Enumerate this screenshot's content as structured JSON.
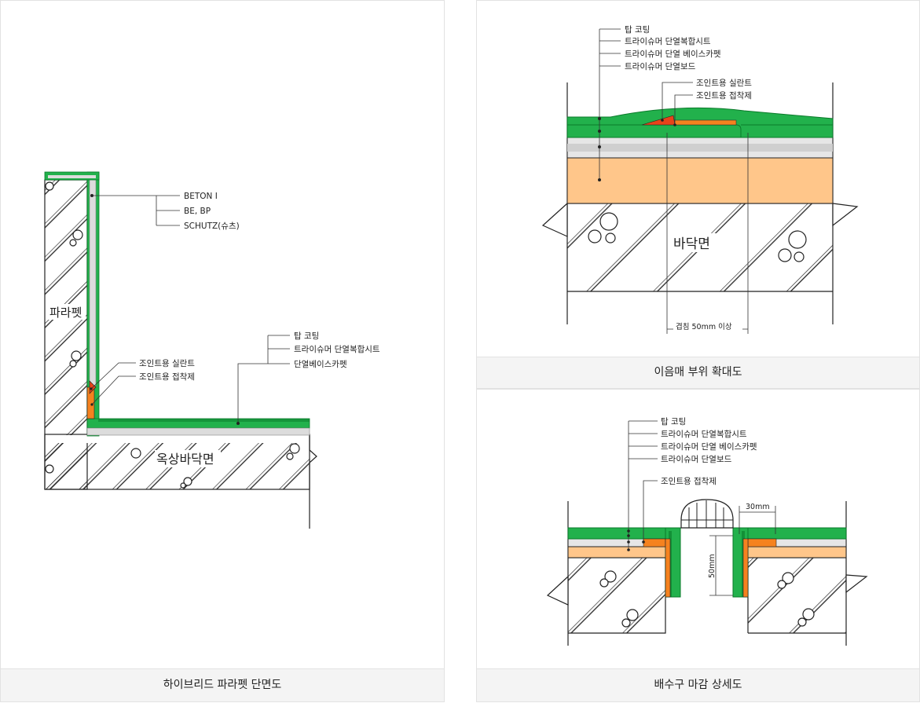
{
  "panel_left": {
    "caption": "하이브리드 파라펫 단면도",
    "wall_label": "파라펫",
    "floor_label": "옥상바닥면",
    "wall_callouts": [
      "BETON I",
      "BE, BP",
      "SCHUTZ(슈츠)"
    ],
    "joint_callouts": [
      "조인트용 실란트",
      "조인트용 접착제"
    ],
    "layer_callouts": [
      "탑 코팅",
      "트라이슈머 단열복합시트",
      "단열베이스카펫"
    ]
  },
  "panel_top_right": {
    "caption": "이음매 부위 확대도",
    "layer_callouts": [
      "탑 코팅",
      "트라이슈머 단열복합시트",
      "트라이슈머 단열 베이스카펫",
      "트라이슈머 단열보드"
    ],
    "joint_callouts": [
      "조인트용 실란트",
      "조인트용 접착제"
    ],
    "floor_label": "바닥면",
    "dimension": "겹침 50mm 이상"
  },
  "panel_bottom_right": {
    "caption": "배수구 마감 상세도",
    "layer_callouts": [
      "탑 코팅",
      "트라이슈머 단열복합시트",
      "트라이슈머 단열 베이스카펫",
      "트라이슈머 단열보드"
    ],
    "joint_callout": "조인트용 접착제",
    "dim_horizontal": "30mm",
    "dim_vertical": "50mm"
  },
  "colors": {
    "green": "#22b14c",
    "dark_green": "#0a7a2a",
    "gray_layer": "#dcdcdc",
    "orange": "#f5821f",
    "peach": "#ffc68a",
    "sealant_red": "#e8431a",
    "border": "#e2e2e2",
    "caption_bg": "#f4f4f4"
  }
}
